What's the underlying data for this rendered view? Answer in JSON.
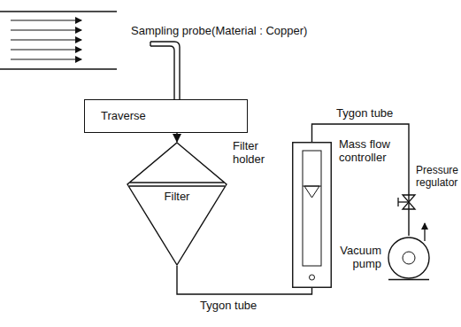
{
  "diagram": {
    "nodes": [
      {
        "text": [
          "Traverse"
        ]
      },
      {
        "text": [
          "Filter holder",
          "Filter"
        ]
      },
      {
        "text": [
          "Mass flow controller"
        ]
      },
      {
        "text": [
          "Vacuum pump"
        ]
      }
    ],
    "edges": [
      {
        "from": 0,
        "to": 1,
        "arrow": "to"
      },
      {
        "from": 1,
        "to": 2,
        "arrow": "none",
        "label": "Tygon tube"
      },
      {
        "from": 2,
        "to": 3,
        "arrow": "none",
        "label": "Tygon tube"
      }
    ],
    "labels": [
      "Sampling probe(Material : Copper)",
      "Pressure regulator"
    ]
  }
}
